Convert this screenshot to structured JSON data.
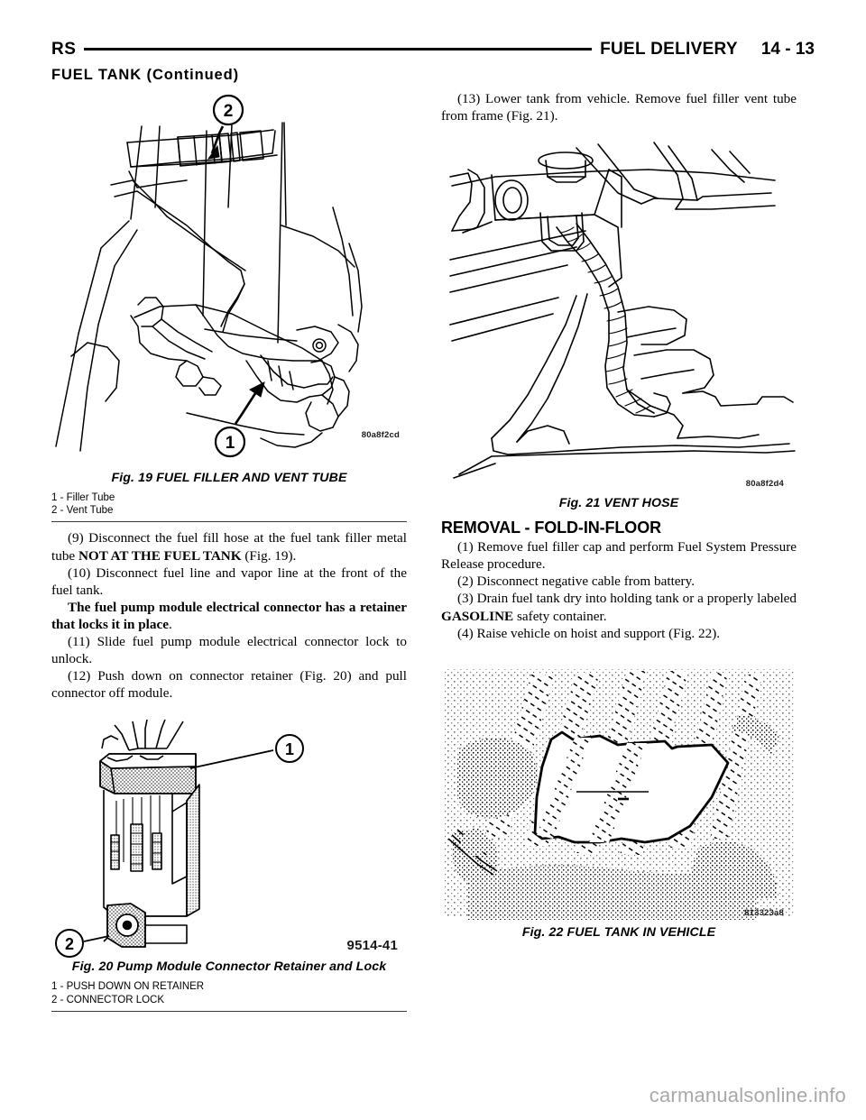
{
  "header": {
    "left_code": "RS",
    "title": "FUEL DELIVERY",
    "page_number": "14 - 13",
    "section_continued": "FUEL TANK (Continued)"
  },
  "left_column": {
    "figure_19": {
      "drawing_id": "80a8f2cd",
      "caption": "Fig. 19 FUEL FILLER AND VENT TUBE",
      "callouts": [
        "1",
        "2"
      ],
      "legend": [
        "1 - Filler Tube",
        "2 - Vent Tube"
      ]
    },
    "steps": [
      {
        "id": "step-9",
        "parts": [
          {
            "text": "(9) Disconnect the fuel fill hose at the fuel tank filler metal tube ",
            "bold": false
          },
          {
            "text": "NOT AT THE FUEL TANK",
            "bold": true
          },
          {
            "text": " (Fig. 19).",
            "bold": false
          }
        ]
      },
      {
        "id": "step-10",
        "parts": [
          {
            "text": "(10) Disconnect fuel line and vapor line at the front of the fuel tank.",
            "bold": false
          }
        ]
      },
      {
        "id": "note-retainer",
        "parts": [
          {
            "text": "The fuel pump module electrical connector has a retainer that locks it in place",
            "bold": true
          },
          {
            "text": ".",
            "bold": false
          }
        ]
      },
      {
        "id": "step-11",
        "parts": [
          {
            "text": "(11) Slide fuel pump module electrical connector lock to unlock.",
            "bold": false
          }
        ]
      },
      {
        "id": "step-12",
        "parts": [
          {
            "text": "(12) Push down on connector retainer (Fig. 20) and pull connector off module.",
            "bold": false
          }
        ]
      }
    ],
    "figure_20": {
      "drawing_id": "9514-41",
      "caption": "Fig. 20 Pump Module Connector Retainer and Lock",
      "callouts": [
        "1",
        "2"
      ],
      "legend": [
        "1 - PUSH DOWN ON RETAINER",
        "2 - CONNECTOR LOCK"
      ]
    }
  },
  "right_column": {
    "steps_top": [
      {
        "id": "step-13",
        "parts": [
          {
            "text": "(13) Lower tank from vehicle. Remove fuel filler vent tube from frame (Fig. 21).",
            "bold": false
          }
        ]
      }
    ],
    "figure_21": {
      "drawing_id": "80a8f2d4",
      "caption": "Fig. 21 VENT HOSE",
      "callouts": [],
      "legend": []
    },
    "section_heading": "REMOVAL - FOLD-IN-FLOOR",
    "steps_bottom": [
      {
        "id": "step-1",
        "parts": [
          {
            "text": "(1) Remove fuel filler cap and perform Fuel System Pressure Release procedure.",
            "bold": false
          }
        ]
      },
      {
        "id": "step-2",
        "parts": [
          {
            "text": "(2) Disconnect negative cable from battery.",
            "bold": false
          }
        ]
      },
      {
        "id": "step-3",
        "parts": [
          {
            "text": "(3) Drain fuel tank dry into holding tank or a properly labeled ",
            "bold": false
          },
          {
            "text": "GASOLINE",
            "bold": true
          },
          {
            "text": " safety container.",
            "bold": false
          }
        ]
      },
      {
        "id": "step-4",
        "parts": [
          {
            "text": "(4) Raise vehicle on hoist and support (Fig. 22).",
            "bold": false
          }
        ]
      }
    ],
    "figure_22": {
      "drawing_id": "813323a8",
      "caption": "Fig. 22 FUEL TANK IN VEHICLE",
      "callouts": [],
      "legend": []
    }
  },
  "watermark": "carmanualsonline.info",
  "colors": {
    "text": "#000000",
    "rule": "#3a3a3a",
    "watermark": "#a8a8a8"
  }
}
